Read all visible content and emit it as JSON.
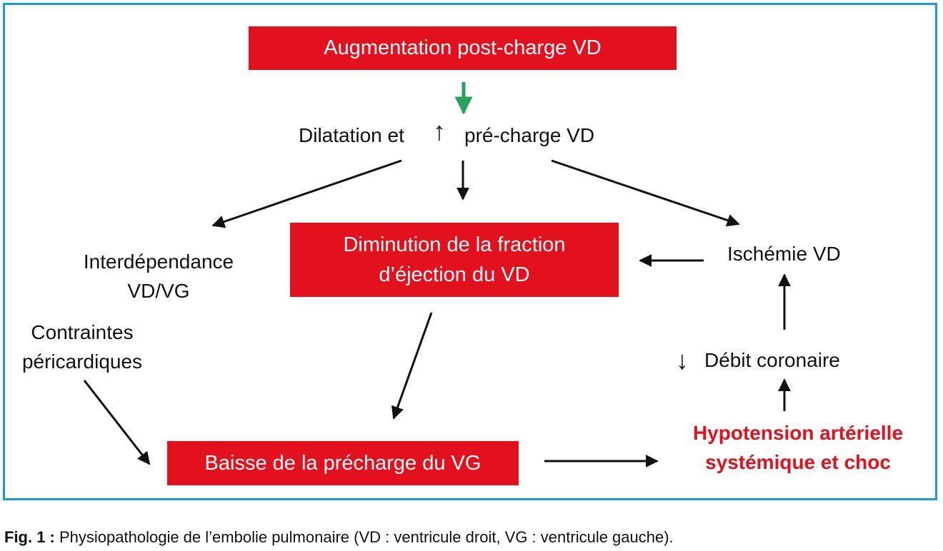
{
  "nodes": {
    "augmentation": "Augmentation post-charge VD",
    "dilatation_left": "Dilatation et",
    "dilatation_right": "pré-charge VD",
    "diminution_line1": "Diminution de la fraction",
    "diminution_line2": "d’éjection du VD",
    "interdependance_line1": "Interdépendance",
    "interdependance_line2": "VD/VG",
    "contraintes_line1": "Contraintes",
    "contraintes_line2": "péricardiques",
    "ischemie": "Ischémie VD",
    "debit": "Débit coronaire",
    "baisse": "Baisse de la précharge du VG",
    "hypotension_line1": "Hypotension artérielle",
    "hypotension_line2": "systémique et choc"
  },
  "symbols": {
    "up_arrow": "↑",
    "down_arrow": "↓"
  },
  "caption": {
    "label": "Fig. 1 :",
    "text": " Physiopathologie de l’embolie pulmonaire (VD : ventricule droit, VG : ventricule gauche)."
  },
  "colors": {
    "box_fill": "#e3101d",
    "frame_border": "#1a9ad6",
    "green_arrow": "#27a060",
    "emphasis_text": "#e3101d"
  }
}
